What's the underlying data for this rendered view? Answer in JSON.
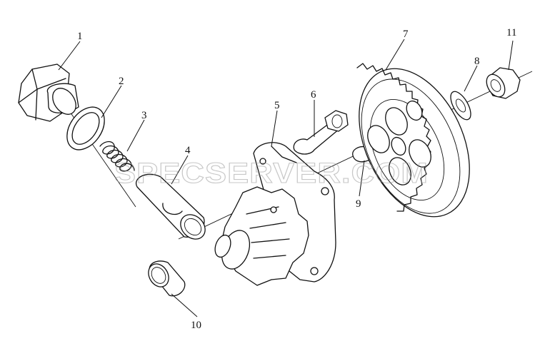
{
  "callouts": {
    "c1": "1",
    "c2": "2",
    "c3": "3",
    "c4": "4",
    "c5": "5",
    "c6": "6",
    "c7": "7",
    "c8": "8",
    "c9": "9",
    "c10": "10",
    "c11": "11"
  },
  "watermark": "SPECSERVER.COM"
}
